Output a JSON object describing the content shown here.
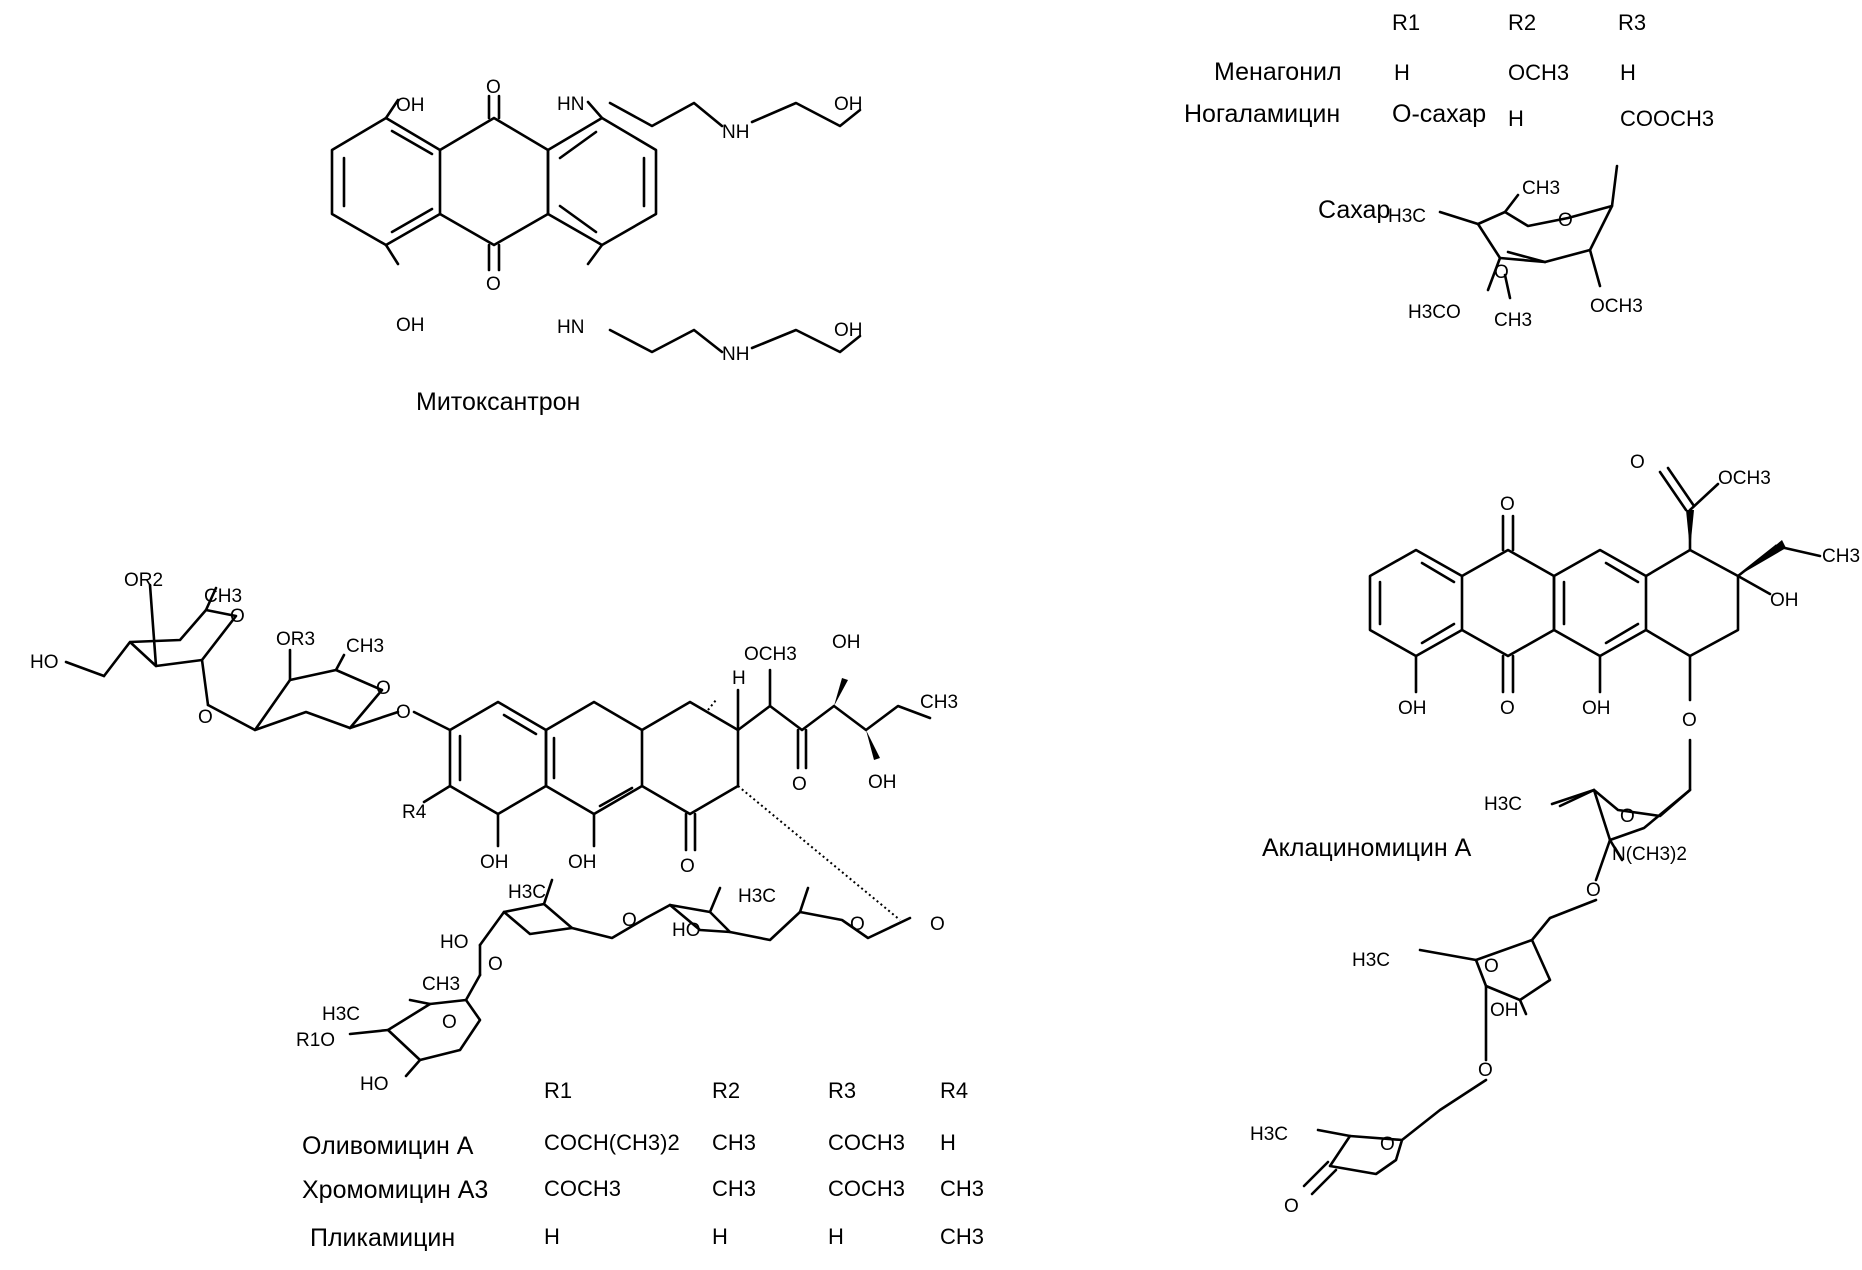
{
  "mitoxantrone": {
    "name": "Митоксантрон",
    "atoms": {
      "oh": "OH",
      "o": "O",
      "hn": "HN",
      "nh": "NH"
    }
  },
  "nogalamycin_table": {
    "headers": [
      "R1",
      "R2",
      "R3"
    ],
    "rows": [
      {
        "name": "Менагонил",
        "r1": "H",
        "r2": "OCH3",
        "r3": "H"
      },
      {
        "name": "Ногаламицин",
        "r1": "O-сахар",
        "r2": "H",
        "r3": "COOCH3"
      }
    ]
  },
  "sugar": {
    "name": "Сахар",
    "atoms": {
      "h3c": "H3C",
      "ch3": "CH3",
      "o": "O",
      "h3co": "H3CO",
      "och3": "OCH3"
    }
  },
  "aureolic_acids": {
    "atoms": {
      "or2": "OR2",
      "or3": "OR3",
      "ho": "HO",
      "oh": "OH",
      "o": "O",
      "ch3": "CH3",
      "h3c": "H3C",
      "och3": "OCH3",
      "h": "H",
      "r4": "R4",
      "r1o": "R1O"
    },
    "table": {
      "headers": [
        "R1",
        "R2",
        "R3",
        "R4"
      ],
      "rows": [
        {
          "name": "Оливомицин А",
          "r1": "COCH(CH3)2",
          "r2": "CH3",
          "r3": "COCH3",
          "r4": "H"
        },
        {
          "name": "Хромомицин А3",
          "r1": "COCH3",
          "r2": "CH3",
          "r3": "COCH3",
          "r4": "CH3"
        },
        {
          "name": "Пликамицин",
          "r1": "H",
          "r2": "H",
          "r3": "H",
          "r4": "CH3"
        }
      ]
    }
  },
  "aclacinomycin": {
    "name": "Аклациномицин А",
    "atoms": {
      "o": "O",
      "och3": "OCH3",
      "ch3": "CH3",
      "oh": "OH",
      "h3c": "H3C",
      "nme2": "N(CH3)2"
    }
  }
}
